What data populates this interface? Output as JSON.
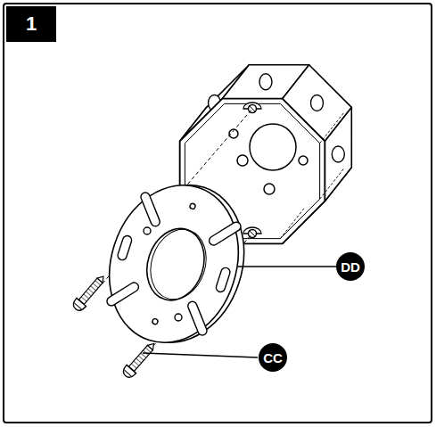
{
  "diagram": {
    "nodes": [
      {
        "text": [
          "1"
        ]
      },
      {
        "text": [
          "DD"
        ]
      },
      {
        "text": [
          "CC"
        ]
      }
    ]
  }
}
